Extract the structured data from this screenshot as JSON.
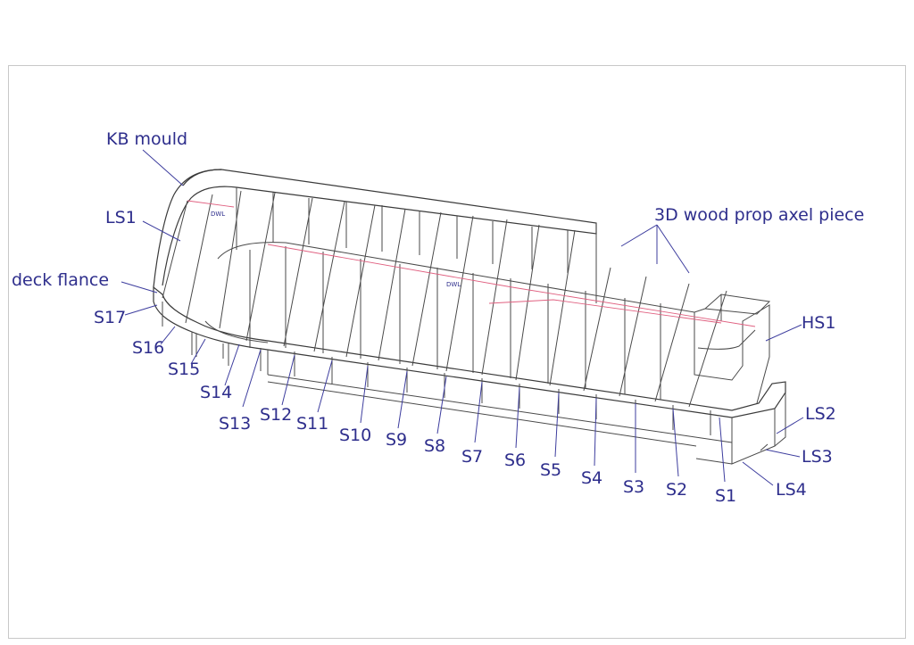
{
  "labels": {
    "kb_mould": "KB mould",
    "ls1": "LS1",
    "deck_flance": "deck flance",
    "prop_axel": "3D wood prop axel piece",
    "hs1": "HS1",
    "ls2": "LS2",
    "ls3": "LS3",
    "ls4": "LS4",
    "dwl_1": "DWL",
    "dwl_2": "DWL"
  },
  "stations": [
    "S17",
    "S16",
    "S15",
    "S14",
    "S13",
    "S12",
    "S11",
    "S10",
    "S9",
    "S8",
    "S7",
    "S6",
    "S5",
    "S4",
    "S3",
    "S2",
    "S1"
  ],
  "colors": {
    "label": "#2e2e8c",
    "waterline": "#e06080",
    "lines": "#4a4a4a"
  }
}
